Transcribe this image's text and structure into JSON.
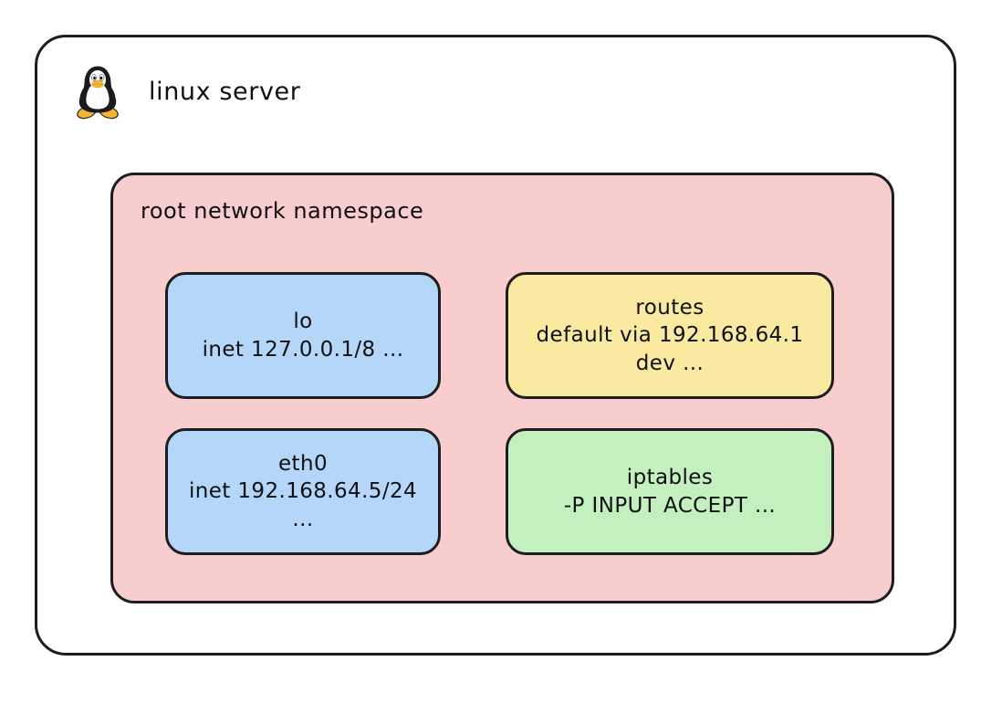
{
  "diagram": {
    "host": {
      "icon": "tux-penguin-icon",
      "title": "linux server"
    },
    "namespace": {
      "label": "root network namespace",
      "color": "#f8cdcd"
    },
    "cards": [
      {
        "name": "loopback-interface",
        "color": "#b4d6f8",
        "lines": [
          "lo",
          "inet 127.0.0.1/8 ..."
        ]
      },
      {
        "name": "routes",
        "color": "#fae9a1",
        "lines": [
          "routes",
          "default via 192.168.64.1",
          "dev ..."
        ]
      },
      {
        "name": "eth0-interface",
        "color": "#b4d6f8",
        "lines": [
          "eth0",
          "inet 192.168.64.5/24",
          "..."
        ]
      },
      {
        "name": "iptables",
        "color": "#c4efbf",
        "lines": [
          "iptables",
          "-P INPUT ACCEPT ..."
        ]
      }
    ],
    "colors": {
      "stroke": "#1d1d1f",
      "background": "#ffffff",
      "pink": "#f8cdcd",
      "blue": "#b4d6f8",
      "yellow": "#fae9a1",
      "green": "#c4efbf"
    }
  }
}
